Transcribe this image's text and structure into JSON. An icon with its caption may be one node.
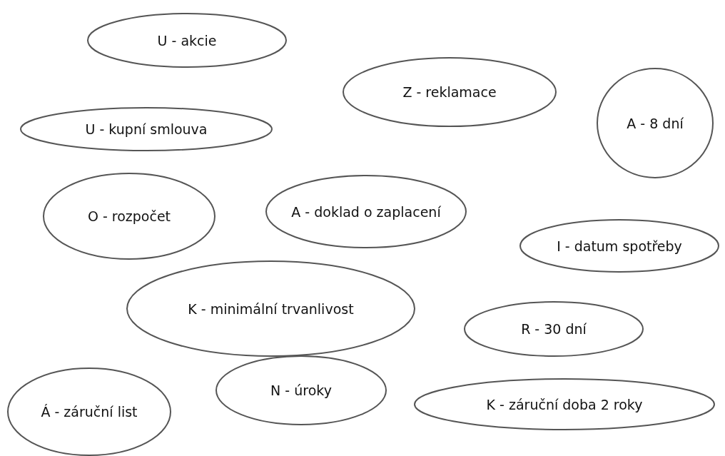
{
  "diagram": {
    "nodes": [
      {
        "text": [
          "U - akcie"
        ]
      },
      {
        "text": [
          "Z - reklamace"
        ]
      },
      {
        "text": [
          "A - 8 dní"
        ]
      },
      {
        "text": [
          "U - kupní smlouva"
        ]
      },
      {
        "text": [
          "O - rozpočet"
        ]
      },
      {
        "text": [
          "A - doklad o zaplacení"
        ]
      },
      {
        "text": [
          "I - datum spotřeby"
        ]
      },
      {
        "text": [
          "K - minimální trvanlivost"
        ]
      },
      {
        "text": [
          "R - 30 dní"
        ]
      },
      {
        "text": [
          "N - úroky"
        ]
      },
      {
        "text": [
          "Á - záruční list"
        ]
      },
      {
        "text": [
          "K - záruční doba 2 roky"
        ]
      }
    ],
    "edges": []
  }
}
